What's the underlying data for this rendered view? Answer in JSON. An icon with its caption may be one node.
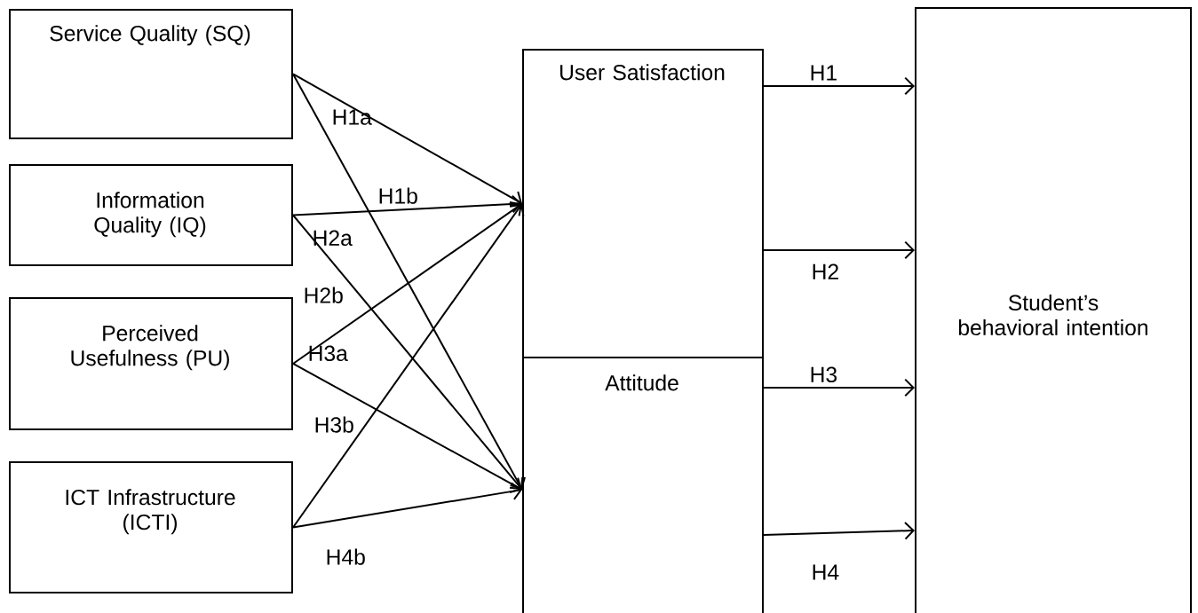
{
  "diagram": {
    "nodes": [
      {
        "text": [
          "Service Quality (SQ)"
        ]
      },
      {
        "text": [
          "Information Quality (IQ)"
        ]
      },
      {
        "text": [
          "Perceived Usefulness (PU)"
        ]
      },
      {
        "text": [
          "ICT Infrastructure (ICTI)"
        ]
      },
      {
        "text": [
          "User Satisfaction"
        ]
      },
      {
        "text": [
          "Attitude"
        ]
      },
      {
        "text": [
          "Student’s behavioral intention"
        ]
      }
    ],
    "edges": [
      {
        "from": 0,
        "to": 4,
        "arrow": "to",
        "label": "H1a"
      },
      {
        "from": 0,
        "to": 5,
        "arrow": "to",
        "label": "H1b"
      },
      {
        "from": 1,
        "to": 4,
        "arrow": "to",
        "label": "H2a"
      },
      {
        "from": 1,
        "to": 5,
        "arrow": "to",
        "label": "H2b"
      },
      {
        "from": 2,
        "to": 4,
        "arrow": "to",
        "label": "H3a"
      },
      {
        "from": 2,
        "to": 5,
        "arrow": "to",
        "label": "H3b"
      },
      {
        "from": 3,
        "to": 4,
        "arrow": "to"
      },
      {
        "from": 3,
        "to": 5,
        "arrow": "to",
        "label": "H4b"
      },
      {
        "from": 4,
        "to": 6,
        "arrow": "to",
        "label": "H1"
      },
      {
        "from": 4,
        "to": 6,
        "arrow": "to",
        "label": "H2"
      },
      {
        "from": 5,
        "to": 6,
        "arrow": "to",
        "label": "H3"
      },
      {
        "from": 5,
        "to": 6,
        "arrow": "to",
        "label": "H4"
      }
    ]
  }
}
